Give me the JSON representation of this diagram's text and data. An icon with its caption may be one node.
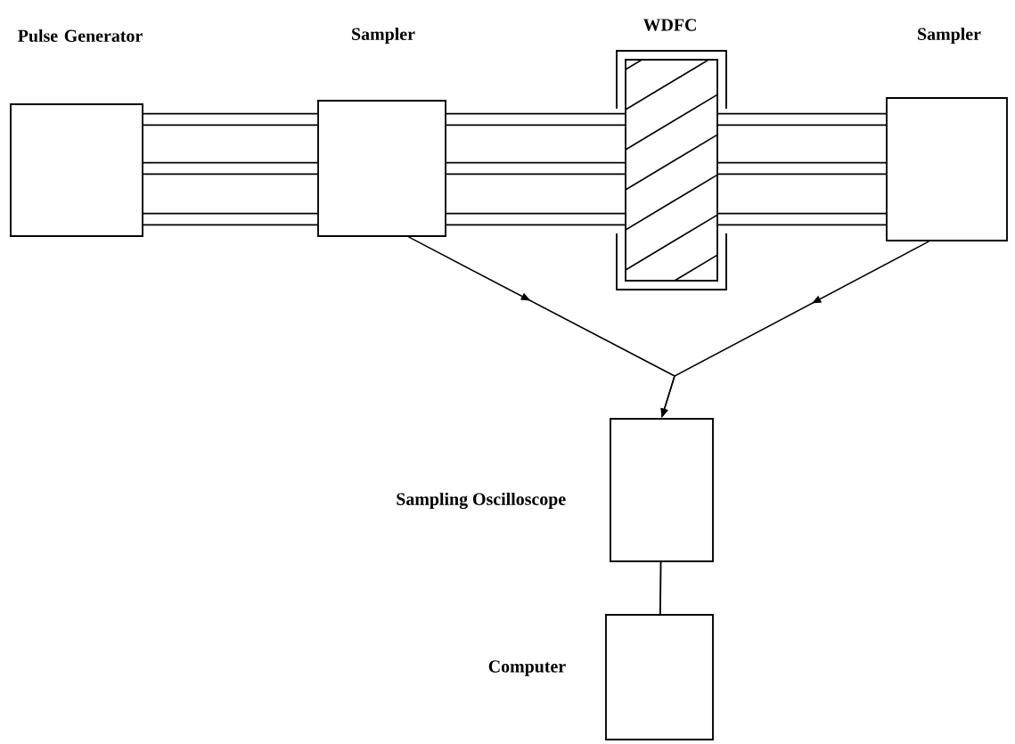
{
  "diagram": {
    "nodes": [
      {
        "text": [
          "Pulse Generator"
        ]
      },
      {
        "text": [
          "Sampler"
        ]
      },
      {
        "text": [
          "WDFC"
        ]
      },
      {
        "text": [
          "Sampler"
        ]
      },
      {
        "text": [
          "Sampling Oscilloscope"
        ]
      },
      {
        "text": [
          "Computer"
        ]
      }
    ],
    "edges": [
      {
        "from": 0,
        "to": 1,
        "arrow": "none"
      },
      {
        "from": 0,
        "to": 1,
        "arrow": "none"
      },
      {
        "from": 0,
        "to": 1,
        "arrow": "none"
      },
      {
        "from": 1,
        "to": 2,
        "arrow": "none"
      },
      {
        "from": 1,
        "to": 2,
        "arrow": "none"
      },
      {
        "from": 1,
        "to": 2,
        "arrow": "none"
      },
      {
        "from": 2,
        "to": 3,
        "arrow": "none"
      },
      {
        "from": 2,
        "to": 3,
        "arrow": "none"
      },
      {
        "from": 2,
        "to": 3,
        "arrow": "none"
      },
      {
        "from": 1,
        "to": 4,
        "arrow": "to"
      },
      {
        "from": 3,
        "to": 4,
        "arrow": "to"
      },
      {
        "from": 4,
        "to": 5,
        "arrow": "none"
      }
    ]
  }
}
